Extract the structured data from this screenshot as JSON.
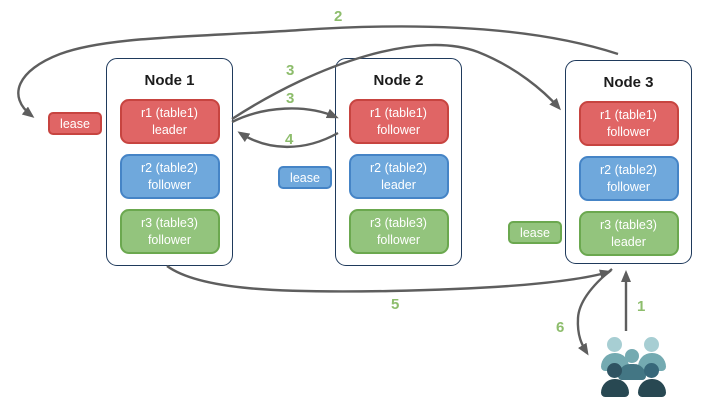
{
  "nodes": [
    {
      "title": "Node 1",
      "ranges": [
        {
          "name": "r1 (table1)",
          "role": "leader"
        },
        {
          "name": "r2 (table2)",
          "role": "follower"
        },
        {
          "name": "r3 (table3)",
          "role": "follower"
        }
      ]
    },
    {
      "title": "Node 2",
      "ranges": [
        {
          "name": "r1 (table1)",
          "role": "follower"
        },
        {
          "name": "r2 (table2)",
          "role": "leader"
        },
        {
          "name": "r3 (table3)",
          "role": "follower"
        }
      ]
    },
    {
      "title": "Node 3",
      "ranges": [
        {
          "name": "r1 (table1)",
          "role": "follower"
        },
        {
          "name": "r2 (table2)",
          "role": "follower"
        },
        {
          "name": "r3 (table3)",
          "role": "leader"
        }
      ]
    }
  ],
  "leases": [
    {
      "label": "lease",
      "color": "#e06565"
    },
    {
      "label": "lease",
      "color": "#6fa8dc"
    },
    {
      "label": "lease",
      "color": "#93c47d"
    }
  ],
  "steps": {
    "1": "1",
    "2": "2",
    "3a": "3",
    "3b": "3",
    "4": "4",
    "5": "5",
    "6": "6"
  },
  "icons": {
    "users": "users-group-icon"
  },
  "colors": {
    "range_red": "#e06565",
    "range_red_border": "#c74440",
    "range_blue": "#6fa8dc",
    "range_blue_border": "#4584c6",
    "range_green": "#93c47d",
    "range_green_border": "#6ba84f",
    "node_border": "#1f3a5c",
    "arrow": "#5e5e5e",
    "step_label": "#8dbd6c",
    "users_light": "#a7ced3",
    "users_mid": "#74aab1",
    "users_dark": "#2f5362"
  }
}
